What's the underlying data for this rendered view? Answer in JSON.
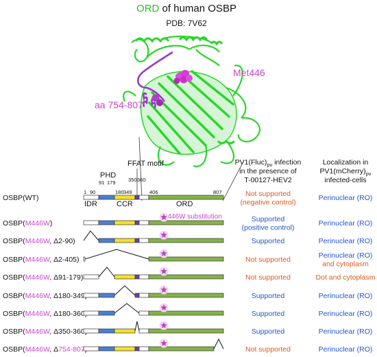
{
  "title": {
    "ord": "ORD",
    "rest": " of human OSBP"
  },
  "pdb": "PDB: 7V62",
  "structure_labels": {
    "met": "Met446",
    "aa": "aa 754-807"
  },
  "columns": {
    "infection": {
      "l1": "PV1(Fluc)",
      "l1_sub": "pv",
      "l1_after": " infection",
      "l2": "in the presence of",
      "l3": "T-00127-HEV2"
    },
    "localization": {
      "l1": "Localization in",
      "l2": "PV1(mCherry)",
      "l2_sub": "pv",
      "l3": "infected-cells"
    }
  },
  "domains": {
    "phd": "PHD",
    "ffat": "FFAT motif",
    "idr": "IDR",
    "ccr": "CCR",
    "ord": "ORD",
    "positions": [
      "1",
      "90",
      "91",
      "179",
      "180",
      "349",
      "350",
      "360",
      "406",
      "807"
    ]
  },
  "substitution_label": "M446W substitution",
  "colors": {
    "idr": "#ffffff",
    "phd": "#4a7fd4",
    "ccr": "#f4e12a",
    "ffat": "#6a3fb0",
    "ord": "#86b347",
    "star": "#b04bb4",
    "mutation_text": "#cc44cc",
    "supported": "#2255cc",
    "not_supported": "#e05a1e",
    "title_green": "#2eb82e",
    "protein_green": "#29d629"
  },
  "rows": [
    {
      "base": "OSBP(WT)",
      "mut": "",
      "del": "",
      "sep": "",
      "infection": [
        "Not supported",
        "(negative control)"
      ],
      "infection_status": "not_supported",
      "localization": [
        "Perinuclear (RO)"
      ],
      "localization_status": "supported"
    },
    {
      "base": "OSBP(",
      "mut": "M446W",
      "sep": "",
      "del": "",
      "close": ")",
      "infection": [
        "Supported",
        "(positive control)"
      ],
      "infection_status": "supported",
      "localization": [
        "Perinuclear (RO)"
      ],
      "localization_status": "supported"
    },
    {
      "base": "OSBP(",
      "mut": "M446W",
      "sep": ", ",
      "del": "Δ2-90",
      "close": ")",
      "infection": [
        "Supported"
      ],
      "infection_status": "supported",
      "localization": [
        "Perinuclear (RO)"
      ],
      "localization_status": "supported"
    },
    {
      "base": "OSBP(",
      "mut": "M446W",
      "sep": ", ",
      "del": "Δ2-405",
      "close": ")",
      "infection": [
        "Not supported"
      ],
      "infection_status": "not_supported",
      "localization": [
        "Perinuclear (RO)",
        "and cytoplasm"
      ],
      "localization_status": "mixed"
    },
    {
      "base": "OSBP(",
      "mut": "M446W",
      "sep": ", ",
      "del": "Δ91-179",
      "close": ")",
      "infection": [
        "Not supported"
      ],
      "infection_status": "not_supported",
      "localization": [
        "Dot and cytoplasm"
      ],
      "localization_status": "not_supported"
    },
    {
      "base": "OSBP(",
      "mut": "M446W",
      "sep": ", ",
      "del": "Δ180-349",
      "close": ")",
      "infection": [
        "Supported"
      ],
      "infection_status": "supported",
      "localization": [
        "Perinuclear (RO)"
      ],
      "localization_status": "supported"
    },
    {
      "base": "OSBP(",
      "mut": "M446W",
      "sep": ", ",
      "del": "Δ180-360",
      "close": ")",
      "infection": [
        "Supported"
      ],
      "infection_status": "supported",
      "localization": [
        "Perinuclear (RO)"
      ],
      "localization_status": "supported"
    },
    {
      "base": "OSBP(",
      "mut": "M446W",
      "sep": ", ",
      "del": "Δ350-360",
      "close": ")",
      "infection": [
        "Supported"
      ],
      "infection_status": "supported",
      "localization": [
        "Perinuclear (RO)"
      ],
      "localization_status": "supported"
    },
    {
      "base": "OSBP(",
      "mut": "M446W",
      "sep": ", Δ",
      "del": "754-807",
      "close": ")",
      "infection": [
        "Not supported"
      ],
      "infection_status": "not_supported",
      "localization": [
        "Perinuclear (RO)"
      ],
      "localization_status": "supported"
    }
  ]
}
